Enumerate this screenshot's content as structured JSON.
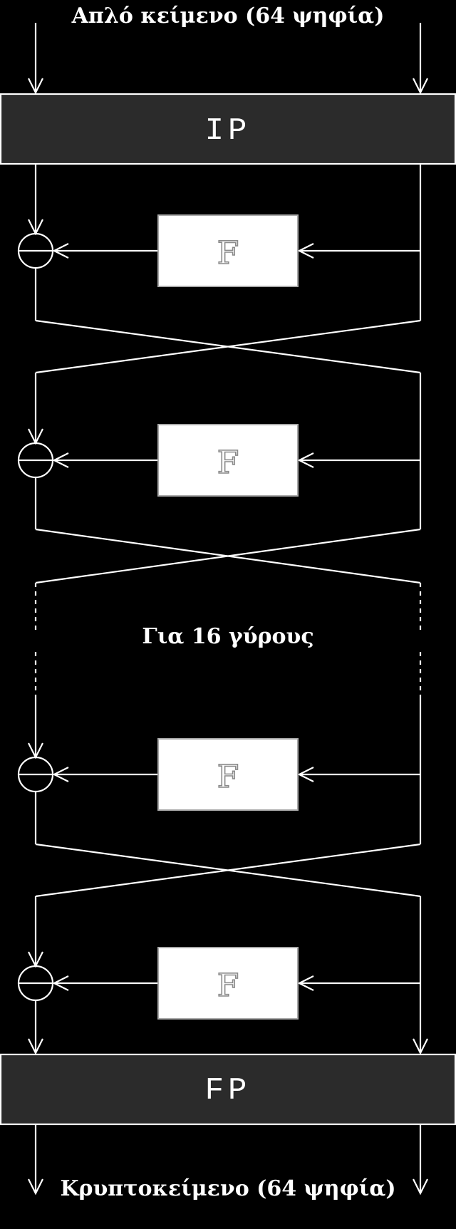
{
  "diagram": {
    "title_top": "Απλό κείμενο (64 ψηφία)",
    "initial_permutation": "IP",
    "round_function": "F",
    "rounds_note": "Για 16 γύρους",
    "final_permutation": "FP",
    "title_bottom": "Κρυπτοκείμενο (64 ψηφία)"
  },
  "colors": {
    "background": "#000000",
    "line": "#ffffff",
    "perm_box_fill": "#2b2b2b",
    "f_box_fill": "#ffffff"
  }
}
